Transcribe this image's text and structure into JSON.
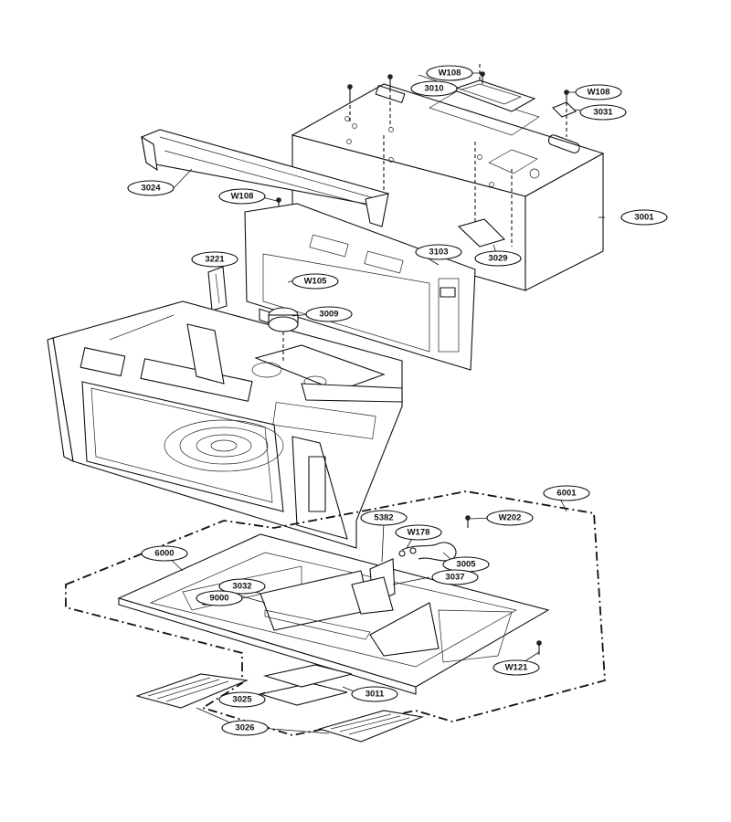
{
  "parts": {
    "p3001": "3001",
    "p3003": "3009",
    "p3010": "3010",
    "p3011": "3011",
    "p3024": "3024",
    "p3025": "3025",
    "p3026": "3026",
    "p3029": "3029",
    "p3031": "3031",
    "p3032": "3032",
    "p3037": "3037",
    "p3005": "3005",
    "p3103": "3103",
    "p3221": "3221",
    "p5382": "5382",
    "p6000": "6000",
    "p6001": "6001",
    "p9000": "9000",
    "w105": "W105",
    "w108a": "W108",
    "w108b": "W108",
    "w108c": "W108",
    "w121": "W121",
    "w178": "W178",
    "w202": "W202"
  }
}
